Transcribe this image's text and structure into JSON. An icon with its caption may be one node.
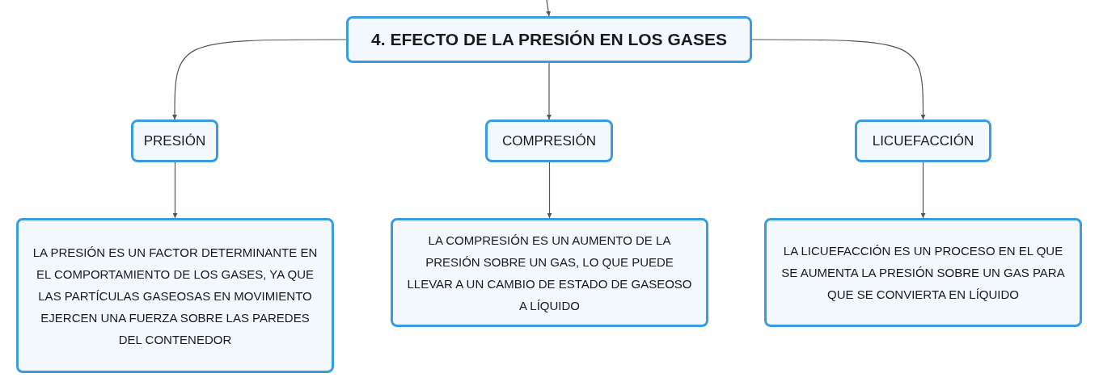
{
  "diagram": {
    "nodes": [
      {
        "text": [
          "4. EFECTO DE LA PRESIÓN EN LOS GASES"
        ]
      },
      {
        "text": [
          "PRESIÓN"
        ]
      },
      {
        "text": [
          "COMPRESIÓN"
        ]
      },
      {
        "text": [
          "LICUEFACCIÓN"
        ]
      },
      {
        "text": [
          "LA PRESIÓN ES UN FACTOR DETERMINANTE EN EL COMPORTAMIENTO DE LOS GASES, YA QUE LAS PARTÍCULAS GASEOSAS EN MOVIMIENTO EJERCEN UNA FUERZA SOBRE LAS PAREDES DEL CONTENEDOR"
        ]
      },
      {
        "text": [
          "LA COMPRESIÓN ES UN AUMENTO DE LA PRESIÓN SOBRE UN GAS, LO QUE PUEDE LLEVAR A UN CAMBIO DE ESTADO DE GASEOSO A LÍQUIDO"
        ]
      },
      {
        "text": [
          "LA LICUEFACCIÓN ES UN PROCESO EN EL QUE SE AUMENTA LA PRESIÓN SOBRE UN GAS PARA QUE SE CONVIERTA EN LÍQUIDO"
        ]
      }
    ],
    "edges": [
      {
        "from": null,
        "to": 0,
        "arrow": "to"
      },
      {
        "from": 0,
        "to": 1,
        "arrow": "to"
      },
      {
        "from": 0,
        "to": 2,
        "arrow": "to"
      },
      {
        "from": 0,
        "to": 3,
        "arrow": "to"
      },
      {
        "from": 1,
        "to": 4,
        "arrow": "to"
      },
      {
        "from": 2,
        "to": 5,
        "arrow": "to"
      },
      {
        "from": 3,
        "to": 6,
        "arrow": "to"
      }
    ]
  }
}
